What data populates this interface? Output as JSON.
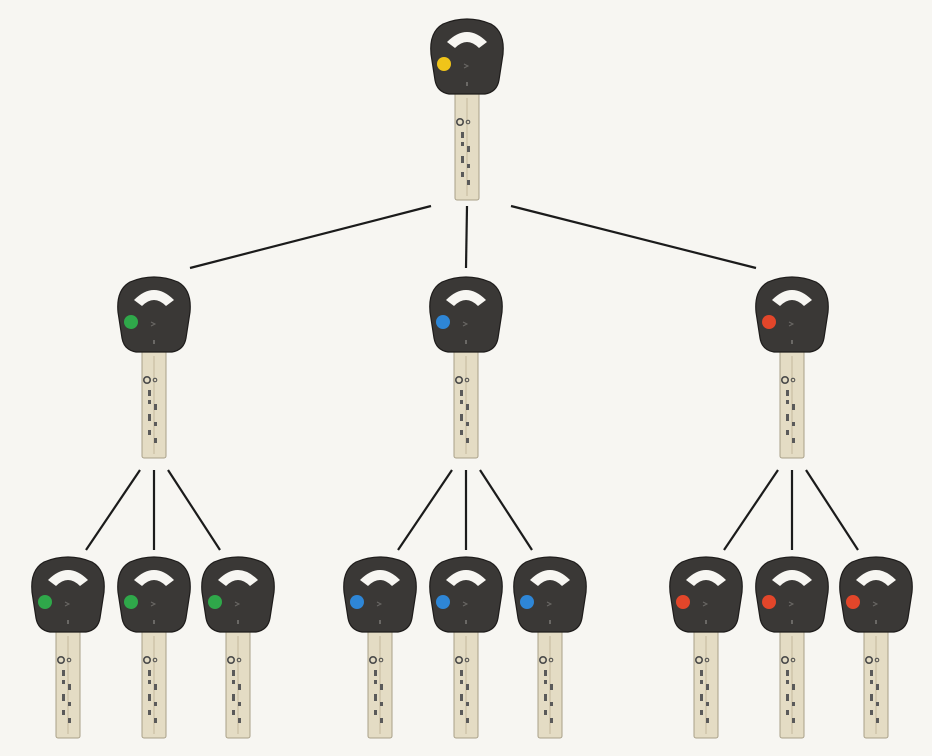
{
  "title": "",
  "colors": {
    "background": "#f7f6f2",
    "key_head": "#3a3836",
    "key_blade": "#e4dcc4",
    "connector": "#1b1b1b",
    "dot_yellow": "#f0c419",
    "dot_green": "#2fa84a",
    "dot_blue": "#2e86d6",
    "dot_red": "#e2462a"
  },
  "hierarchy": {
    "master": {
      "dot_color": "yellow"
    },
    "groups": [
      {
        "dot_color": "green",
        "children": [
          "green",
          "green",
          "green"
        ]
      },
      {
        "dot_color": "blue",
        "children": [
          "blue",
          "blue",
          "blue"
        ]
      },
      {
        "dot_color": "red",
        "children": [
          "red",
          "red",
          "red"
        ]
      }
    ]
  },
  "icons": {
    "key": "key-icon",
    "color_dot": "color-dot-icon"
  }
}
